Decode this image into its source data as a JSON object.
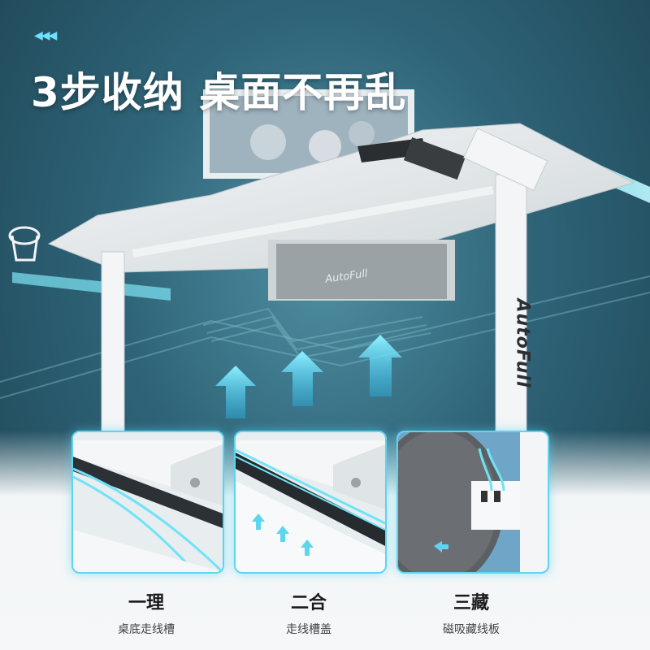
{
  "headline": "3步收纳 桌面不再乱",
  "brand": "AutoFull",
  "icons": {
    "corner_mark": "triple-left-chevron-icon",
    "arrow_colour": "#4fd0f5"
  },
  "steps": [
    {
      "title": "一理",
      "subtitle": "桌底走线槽"
    },
    {
      "title": "二合",
      "subtitle": "走线槽盖"
    },
    {
      "title": "三藏",
      "subtitle": "磁吸藏线板"
    }
  ]
}
